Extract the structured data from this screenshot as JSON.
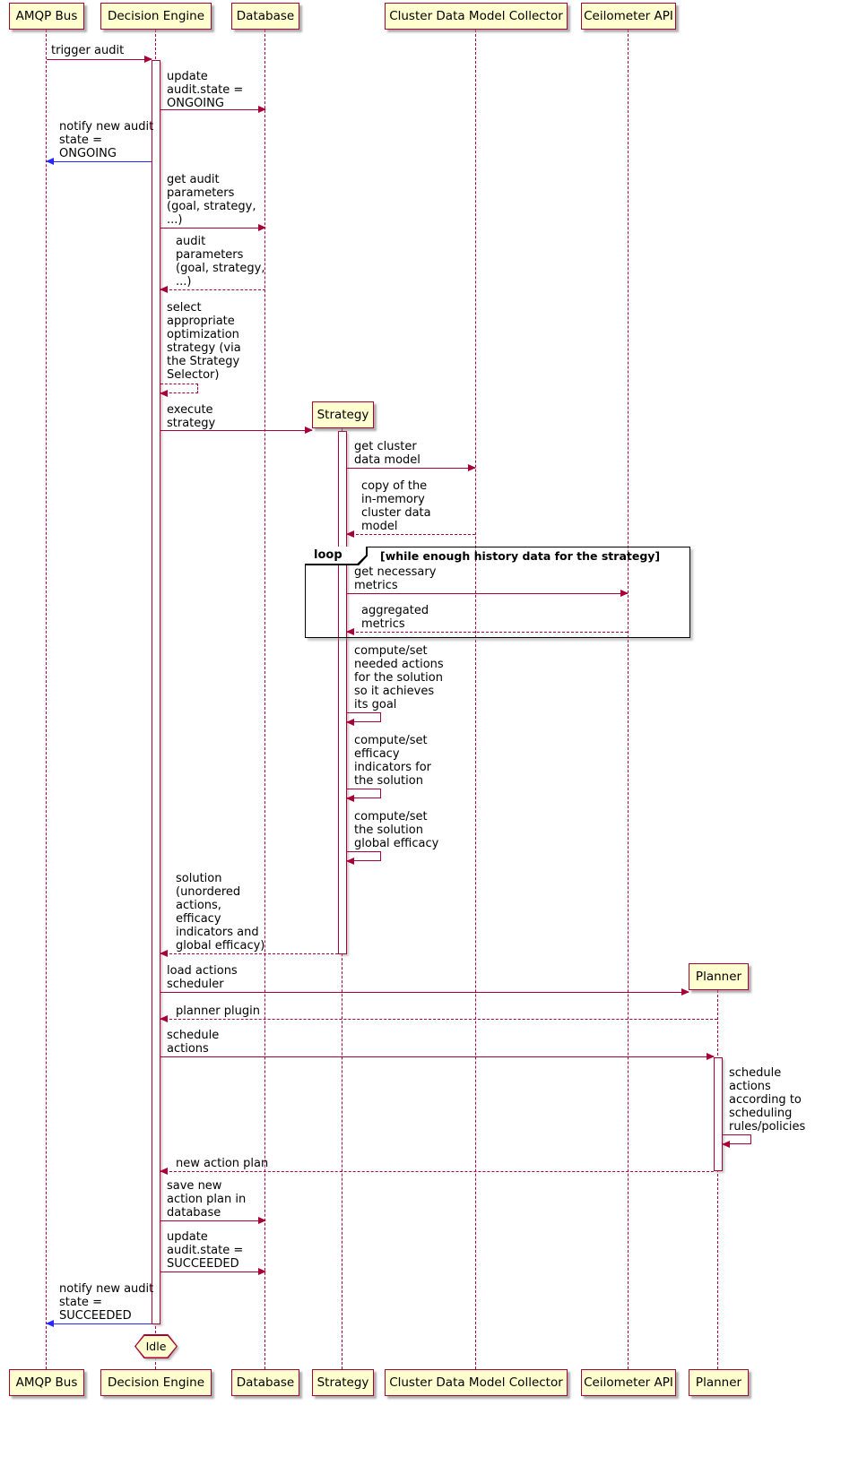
{
  "colors": {
    "participant_fill": "#FEFECE",
    "participant_border": "#A80036",
    "lifeline": "#A80036",
    "arrow": "#A80036",
    "notify_arrow": "#2929FF",
    "frame_border": "#000000"
  },
  "participants": {
    "amqp_bus": {
      "label": "AMQP Bus"
    },
    "decision_engine": {
      "label": "Decision Engine"
    },
    "database": {
      "label": "Database"
    },
    "strategy": {
      "label": "Strategy"
    },
    "cluster_data_model_collector": {
      "label": "Cluster Data Model Collector"
    },
    "ceilometer_api": {
      "label": "Ceilometer API"
    },
    "planner": {
      "label": "Planner"
    }
  },
  "messages": {
    "trigger_audit": "trigger audit",
    "update_state_ongoing": "update\naudit.state =\nONGOING",
    "notify_ongoing": "notify new audit\nstate =\nONGOING",
    "get_audit_params": "get audit\nparameters\n(goal, strategy,\n...)",
    "audit_params_return": "audit\nparameters\n(goal, strategy,\n...)",
    "select_strategy": "select\nappropriate\noptimization\nstrategy (via\nthe Strategy\nSelector)",
    "execute_strategy": "execute\nstrategy",
    "get_cluster_model": "get cluster\ndata model",
    "copy_cluster_model": "copy of the\nin-memory\ncluster data\nmodel",
    "get_metrics": "get necessary\nmetrics",
    "aggregated_metrics": "aggregated\nmetrics",
    "compute_actions": "compute/set\nneeded actions\nfor the solution\nso it achieves\nits goal",
    "compute_efficacy": "compute/set\nefficacy\nindicators for\nthe solution",
    "compute_global_efficacy": "compute/set\nthe solution\nglobal efficacy",
    "solution_return": "solution\n(unordered\nactions,\nefficacy\nindicators and\nglobal efficacy)",
    "load_scheduler": "load actions\nscheduler",
    "planner_plugin": "planner plugin",
    "schedule_actions": "schedule\nactions",
    "schedule_self": "schedule\nactions\naccording to\nscheduling\nrules/policies",
    "new_action_plan": "new action plan",
    "save_action_plan": "save new\naction plan in\ndatabase",
    "update_state_succeeded": "update\naudit.state =\nSUCCEEDED",
    "notify_succeeded": "notify new audit\nstate =\nSUCCEEDED"
  },
  "loop_fragment": {
    "label": "loop",
    "condition": "[while enough history data for the strategy]"
  },
  "end_state": "Idle"
}
